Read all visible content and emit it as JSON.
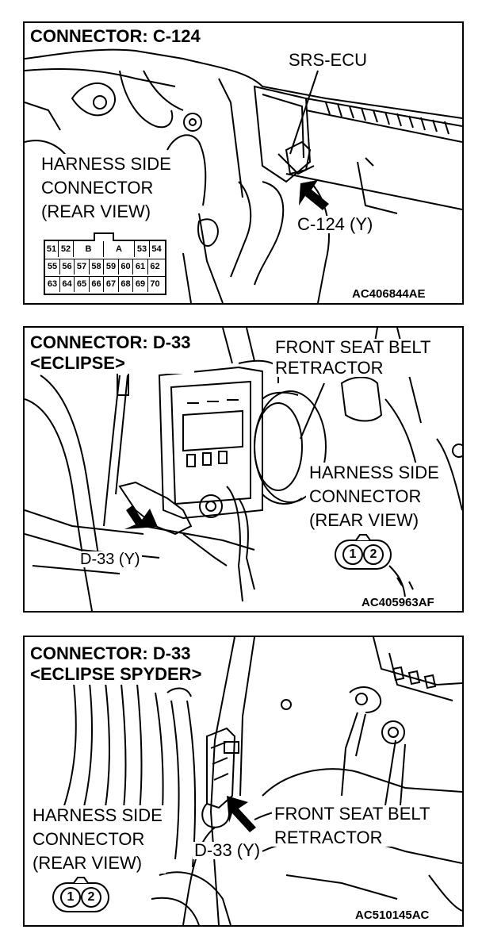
{
  "panels": [
    {
      "title": "CONNECTOR: C-124",
      "component_label": "SRS-ECU",
      "harness_label_1": "HARNESS SIDE",
      "harness_label_2": "CONNECTOR",
      "harness_label_3": "(REAR VIEW)",
      "connector_label": "C-124 (Y)",
      "figure_code": "AC406844AE",
      "pins_top": [
        "51",
        "52",
        "B",
        "A",
        "53",
        "54"
      ],
      "pins_mid": [
        "55",
        "56",
        "57",
        "58",
        "59",
        "60",
        "61",
        "62"
      ],
      "pins_bot": [
        "63",
        "64",
        "65",
        "66",
        "67",
        "68",
        "69",
        "70"
      ]
    },
    {
      "title_1": "CONNECTOR: D-33",
      "title_2": "<ECLIPSE>",
      "component_label_1": "FRONT SEAT BELT",
      "component_label_2": "RETRACTOR",
      "harness_label_1": "HARNESS SIDE",
      "harness_label_2": "CONNECTOR",
      "harness_label_3": "(REAR VIEW)",
      "connector_label": "D-33 (Y)",
      "figure_code": "AC405963AF",
      "pins": [
        "1",
        "2"
      ]
    },
    {
      "title_1": "CONNECTOR: D-33",
      "title_2": "<ECLIPSE SPYDER>",
      "component_label_1": "FRONT SEAT BELT",
      "component_label_2": "RETRACTOR",
      "harness_label_1": "HARNESS SIDE",
      "harness_label_2": "CONNECTOR",
      "harness_label_3": "(REAR VIEW)",
      "connector_label": "D-33 (Y)",
      "figure_code": "AC510145AC",
      "pins": [
        "1",
        "2"
      ]
    }
  ]
}
